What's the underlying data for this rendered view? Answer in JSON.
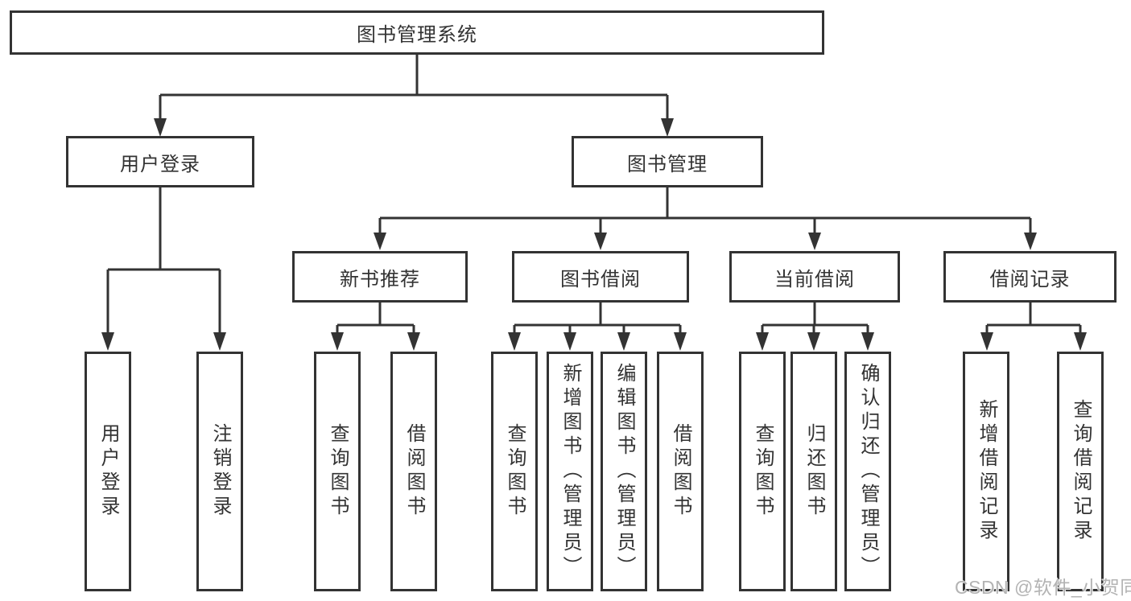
{
  "diagram": {
    "title": "图书管理系统",
    "nodes": {
      "root": "图书管理系统",
      "user_login": "用户登录",
      "book_management": "图书管理",
      "new_book_recommend": "新书推荐",
      "book_borrow": "图书借阅",
      "current_borrow": "当前借阅",
      "borrow_record": "借阅记录",
      "leaf_user_login": "用户登录",
      "leaf_logout": "注销登录",
      "leaf_query_book_recommend": "查询图书",
      "leaf_borrow_book_recommend": "借阅图书",
      "leaf_query_book_borrow": "查询图书",
      "leaf_add_book_admin": "新增图书（管理员）",
      "leaf_edit_book_admin": "编辑图书（管理员）",
      "leaf_borrow_book_borrow": "借阅图书",
      "leaf_query_book_current": "查询图书",
      "leaf_return_book": "归还图书",
      "leaf_confirm_return_admin": "确认归还（管理员）",
      "leaf_add_borrow_record": "新增借阅记录",
      "leaf_query_borrow_record": "查询借阅记录"
    },
    "colors": {
      "line": "#333333",
      "box_border": "#333333",
      "text": "#333333",
      "background": "#ffffff",
      "watermark": "#b3b3b3"
    }
  },
  "watermark": "CSDN @软件_小贺同学"
}
